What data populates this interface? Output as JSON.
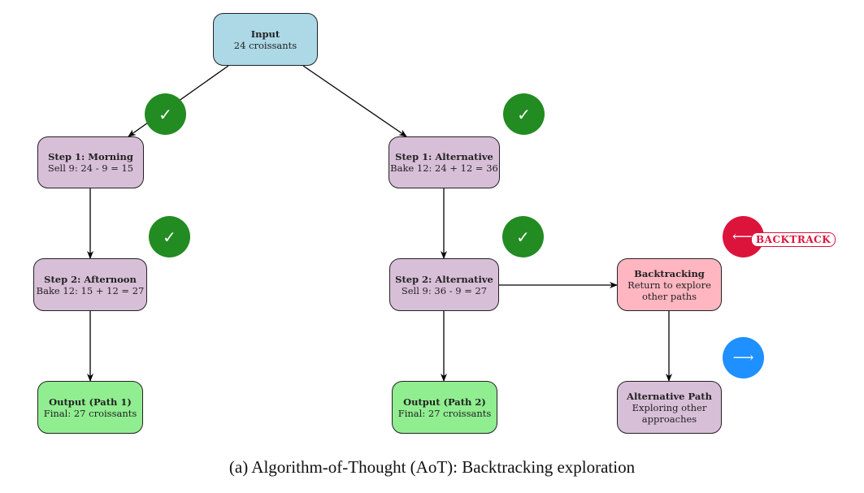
{
  "nodes": {
    "input": {
      "title": "Input",
      "lines": [
        "24 croissants"
      ],
      "color": "#add8e6"
    },
    "step1_morning": {
      "title": "Step 1: Morning",
      "lines": [
        "Sell 9: 24 - 9 = 15"
      ],
      "color": "#d8bfd8"
    },
    "step1_alt": {
      "title": "Step 1: Alternative",
      "lines": [
        "Bake 12: 24 + 12 = 36"
      ],
      "color": "#d8bfd8"
    },
    "step2_afternoon": {
      "title": "Step 2: Afternoon",
      "lines": [
        "Bake 12: 15 + 12 = 27"
      ],
      "color": "#d8bfd8"
    },
    "step2_alt": {
      "title": "Step 2: Alternative",
      "lines": [
        "Sell 9: 36 - 9 = 27"
      ],
      "color": "#d8bfd8"
    },
    "backtracking": {
      "title": "Backtracking",
      "lines": [
        "Return to explore",
        "other paths"
      ],
      "color": "#ffb6c1"
    },
    "output1": {
      "title": "Output (Path 1)",
      "lines": [
        "Final: 27 croissants"
      ],
      "color": "#90ee90"
    },
    "output2": {
      "title": "Output (Path 2)",
      "lines": [
        "Final: 27 croissants"
      ],
      "color": "#90ee90"
    },
    "alt_path": {
      "title": "Alternative Path",
      "lines": [
        "Exploring other",
        "approaches"
      ],
      "color": "#d8bfd8"
    }
  },
  "badges": {
    "check_glyph": "✓",
    "check_color": "#228b22",
    "backtrack_glyph": "⟵",
    "backtrack_color": "#dc143c",
    "backtrack_label": "BACKTRACK",
    "forward_glyph": "⟶",
    "forward_color": "#1e90ff"
  },
  "edges": [
    [
      "input",
      "step1_morning"
    ],
    [
      "input",
      "step1_alt"
    ],
    [
      "step1_morning",
      "step2_afternoon"
    ],
    [
      "step1_alt",
      "step2_alt"
    ],
    [
      "step2_afternoon",
      "output1"
    ],
    [
      "step2_alt",
      "output2"
    ],
    [
      "step2_alt",
      "backtracking"
    ],
    [
      "backtracking",
      "alt_path"
    ]
  ],
  "caption": "(a) Algorithm-of-Thought (AoT): Backtracking exploration"
}
